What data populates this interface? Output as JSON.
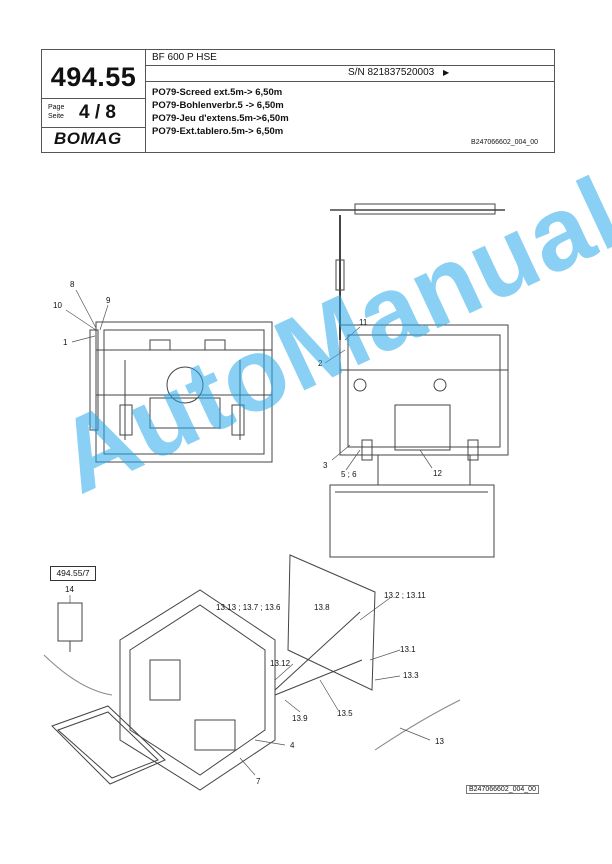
{
  "header": {
    "page_number": "494.55",
    "page_label_en": "Page",
    "page_label_de": "Seite",
    "page_fraction": "4 / 8",
    "logo_text": "BOMAG",
    "model": "BF 600 P HSE",
    "serial": "S/N 821837520003",
    "serial_marker": "▶",
    "descriptions": [
      "PO79-Screed ext.5m-> 6,50m",
      "PO79-Bohlenverbr.5 -> 6,50m",
      "PO79-Jeu d'extens.5m->6,50m",
      "PO79-Ext.tablero.5m-> 6,50m"
    ],
    "doc_ref": "B247066602_004_00"
  },
  "drawing": {
    "callouts_top_left": [
      "8",
      "10",
      "9",
      "1"
    ],
    "callouts_top_right": [
      "11",
      "2",
      "3",
      "5 ; 6",
      "12"
    ],
    "reference_box": "494.55/7",
    "callouts_bottom": [
      "14",
      "13.13 ; 13.7 ; 13.6",
      "13.8",
      "13.2 ; 13.11",
      "13.1",
      "13.3",
      "13.12",
      "13.9",
      "13.5",
      "4",
      "7",
      "13"
    ],
    "doc_ref_bottom": "B247066602_004_00"
  },
  "watermark": "AutoManual",
  "colors": {
    "watermark": "#28aaeb",
    "lines": "#555555"
  }
}
